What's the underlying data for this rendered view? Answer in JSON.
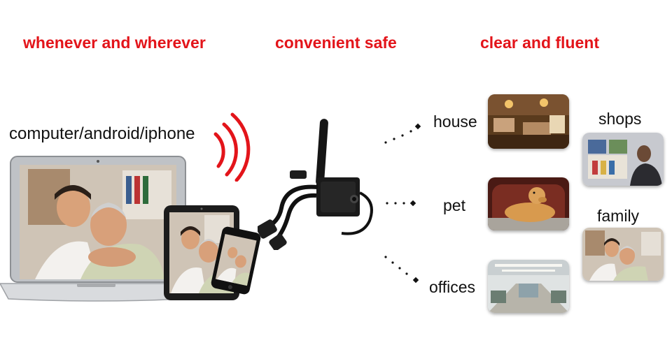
{
  "headlines": {
    "left": "whenever and wherever",
    "center": "convenient safe",
    "right": "clear and fluent"
  },
  "devices_caption": "computer/android/iphone",
  "scenes": {
    "house": "house",
    "pet": "pet",
    "offices": "offices",
    "shops": "shops",
    "family": "family"
  },
  "colors": {
    "headline": "#e3141a",
    "wifi_arcs": "#e3141a"
  },
  "icons": [
    "wifi-signal-icon",
    "ip-camera",
    "laptop",
    "tablet",
    "smartphone"
  ]
}
